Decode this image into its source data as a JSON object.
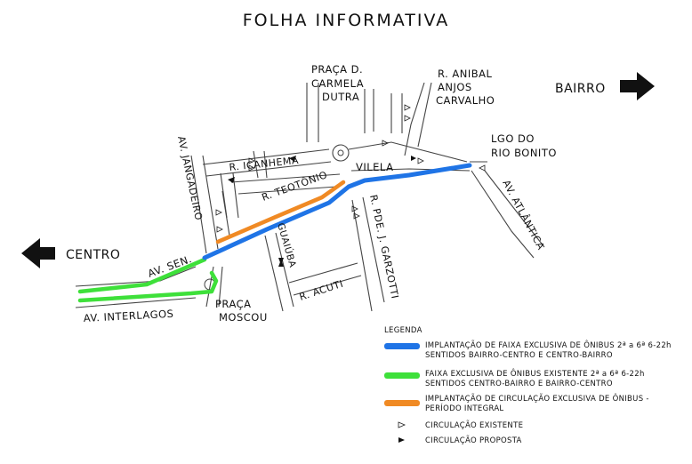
{
  "title": "FOLHA INFORMATIVA",
  "directions": {
    "bairro": "BAIRRO",
    "centro": "CENTRO"
  },
  "colors": {
    "blue": "#1f74e6",
    "green": "#3ee03a",
    "orange": "#f08a24",
    "street": "#444444"
  },
  "streets": {
    "praca_d": "PRAÇA D.",
    "carmela": "CARMELA",
    "dutra": "DUTRA",
    "r_anibal": "R. ANIBAL",
    "anjos": "ANJOS",
    "carvalho": "CARVALHO",
    "lgo_do": "LGO DO",
    "rio_bonito": "RIO BONITO",
    "icanhema": "R.  ICANHEMA",
    "vilela": "VILELA",
    "jangadeiro": "AV. JANGADEIRO",
    "teotonio": "R. TEOTÔNIO",
    "pde_garzotti": "R. PDE. J. GARZOTTI",
    "atlantica": "AV. ATLÂNTICA",
    "guaiuba": "GUAIÚBA",
    "r_acuti": "R. ACUTI",
    "av_sen": "AV. SEN.",
    "av_interlagos": "AV. INTERLAGOS",
    "praca": "PRAÇA",
    "moscou": "MOSCOU"
  },
  "legend": {
    "heading": "LEGENDA",
    "items": [
      {
        "color": "#1f74e6",
        "line1": "IMPLANTAÇÃO DE FAIXA EXCLUSIVA DE ÔNIBUS 2ª a 6ª 6-22h",
        "line2": "SENTIDOS BAIRRO-CENTRO E CENTRO-BAIRRO"
      },
      {
        "color": "#3ee03a",
        "line1": "FAIXA EXCLUSIVA DE ÔNIBUS EXISTENTE 2ª a 6ª 6-22h",
        "line2": "SENTIDOS CENTRO-BAIRRO E BAIRRO-CENTRO"
      },
      {
        "color": "#f08a24",
        "line1": "IMPLANTAÇÃO DE CIRCULAÇÃO EXCLUSIVA DE ÔNIBUS -",
        "line2": "PERÍODO INTEGRAL"
      }
    ],
    "circ_existente": "CIRCULAÇÃO EXISTENTE",
    "circ_proposta": "CIRCULAÇÃO PROPOSTA"
  }
}
